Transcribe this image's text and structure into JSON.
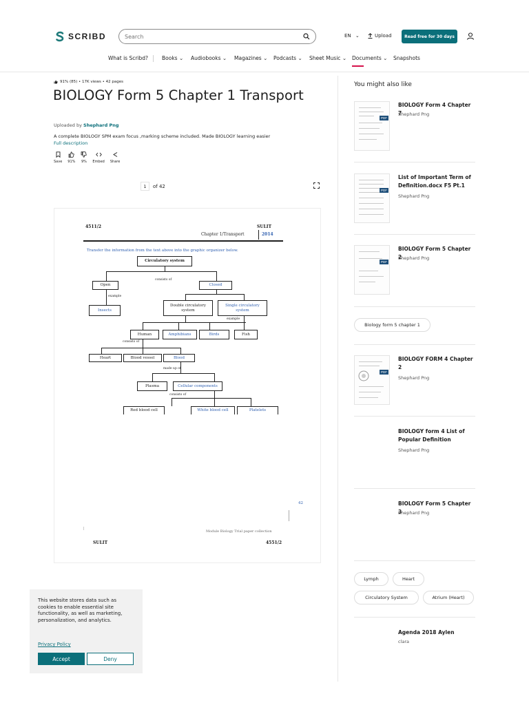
{
  "header": {
    "logo_text": "SCRIBD",
    "search_placeholder": "Search",
    "language": "EN",
    "upload_label": "Upload",
    "cta_label": "Read free for 30 days"
  },
  "nav": {
    "items": [
      "What is Scribd?",
      "Books",
      "Audiobooks",
      "Magazines",
      "Podcasts",
      "Sheet Music",
      "Documents",
      "Snapshots"
    ],
    "active": "Documents"
  },
  "doc": {
    "meta": "91% (85)  •  17K views  •  42 pages",
    "title": "BIOLOGY Form 5 Chapter 1 Transport",
    "uploaded_prefix": "Uploaded by",
    "uploader": "Shephard Png",
    "description": "A complete BIOLOGY SPM exam focus ,marking scheme included. Made BIOLOGY learning easier",
    "description_more": "Full description",
    "actions": [
      {
        "label": "Save",
        "icon": "bookmark-icon"
      },
      {
        "label": "91%",
        "icon": "thumbs-up-icon"
      },
      {
        "label": "9%",
        "icon": "thumbs-down-icon"
      },
      {
        "label": "Embed",
        "icon": "code-icon"
      },
      {
        "label": "Share",
        "icon": "share-icon"
      }
    ],
    "current_page": "1",
    "total_pages": "of 42"
  },
  "page": {
    "code_left": "4511/2",
    "sulit_top": "SULIT",
    "chapter": "Chapter 1/Transport",
    "year": "2014",
    "instruction": "Transfer the information from the text above into the graphic organizer below.",
    "nodes": {
      "root": "Circulatory system",
      "consists_of": "consists of",
      "open": "Open",
      "closed": "Closed",
      "example1": "example",
      "insects": "Insects",
      "double": "Double circulatory system",
      "single": "Single circulatory system",
      "example2": "example",
      "human": "Human",
      "amphibians": "Amphibians",
      "birds": "Birds",
      "fish": "Fish",
      "consists_of2": "consists of",
      "heart": "Heart",
      "blood_vessel": "Blood vessel",
      "blood": "Blood",
      "made_up_of": "made up of",
      "plasma": "Plasma",
      "cellular": "Cellular components",
      "consists_of3": "consists of",
      "rbc": "Red blood cell",
      "wbc": "White blood cell",
      "platelets": "Platelets"
    },
    "page_number": "42",
    "footer_text": "Module Biology Trial paper collection",
    "sulit_bottom": "SULIT",
    "code_bottom": "4551/2"
  },
  "sidebar": {
    "heading": "You might also like",
    "recommendations": [
      {
        "title": "BIOLOGY Form 4 Chapter 7",
        "author": "Shephard Png",
        "badge": "PDF"
      },
      {
        "title": "List of Important Term of Definition.docx F5 Pt.1",
        "author": "Shephard Png",
        "badge": "PDF"
      },
      {
        "title": "BIOLOGY Form 5 Chapter 2",
        "author": "Shephard Png",
        "badge": "PDF"
      },
      {
        "title": "BIOLOGY FORM 4 Chapter 2",
        "author": "Shephard Png",
        "badge": "PDF"
      },
      {
        "title": "BIOLOGY form 4 List of Popular Definition",
        "author": "Shephard Png"
      },
      {
        "title": "BIOLOGY Form 5 Chapter 3",
        "author": "Shephard Png"
      },
      {
        "title": "Agenda 2018 Aylen",
        "author": "clara"
      }
    ],
    "tag_single": "Biology form 5 chapter 1",
    "tags": [
      "Lymph",
      "Heart",
      "Circulatory System",
      "Atrium (Heart)"
    ]
  },
  "cookie": {
    "text": "This website stores data such as cookies to enable essential site functionality, as well as marketing, personalization, and analytics.",
    "privacy": "Privacy Policy",
    "accept": "Accept",
    "deny": "Deny"
  },
  "colors": {
    "brand": "#0b6f7a",
    "active_underline": "#d5104a"
  }
}
